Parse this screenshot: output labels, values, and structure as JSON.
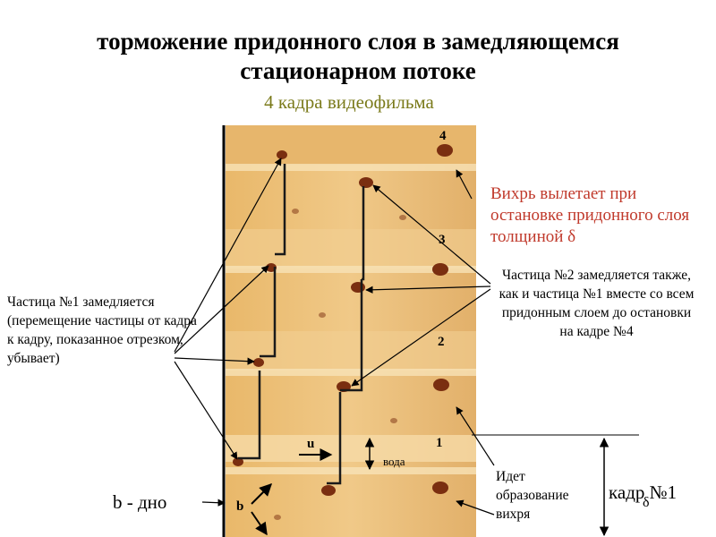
{
  "title_line1": "торможение придонного слоя в замедляющемся",
  "title_line2": "стационарном потоке",
  "subtitle": "4 кадра видеофильма",
  "frame_numbers": [
    "4",
    "3",
    "2",
    "1"
  ],
  "film_labels": {
    "u": "u",
    "water": "вода",
    "b": "b"
  },
  "annotations": {
    "particle1": "Частица №1 замедляется (перемещение частицы от кадра к кадру, показанное отрезком, убывает)",
    "vortex_leaves": "Вихрь вылетает при остановке придонного слоя толщиной δ",
    "particle2": "Частица №2 замедляется также, как и частица №1 вместе со всем придонным слоем до остановки на кадре №4",
    "vortex_forming": "Идет образование вихря",
    "bottom": "b - дно",
    "frame1": "кадр №1",
    "delta": "δ"
  },
  "colors": {
    "accent_red": "#c0392b",
    "subtitle": "#7a7a1a"
  }
}
